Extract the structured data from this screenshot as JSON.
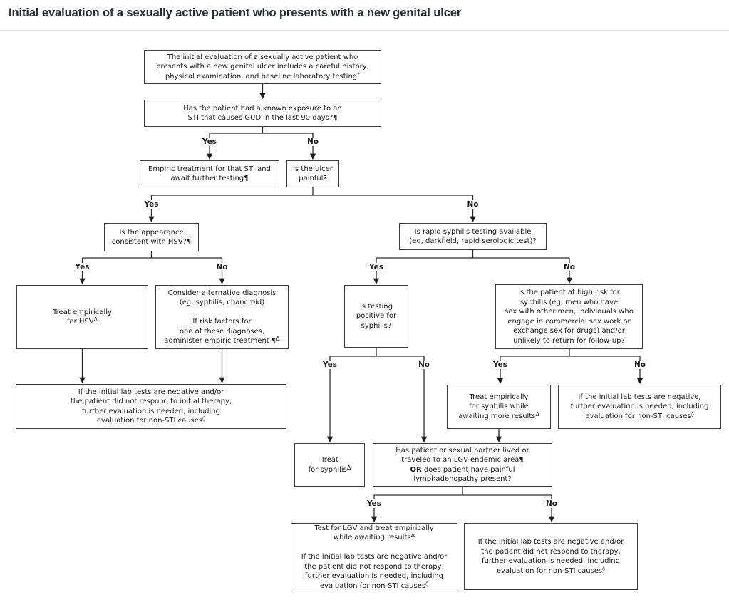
{
  "title": "Initial evaluation of a sexually active patient who presents with a new genital ulcer",
  "labels": {
    "yes": "Yes",
    "no": "No"
  },
  "nodes": {
    "initial": {
      "lines": [
        "The initial evaluation of a sexually active patient who",
        "presents with a new genital ulcer includes a careful history,",
        {
          "t": "physical examination, and baseline laboratory testing",
          "s": "*"
        }
      ]
    },
    "exposure": {
      "lines": [
        "Has the patient had a known exposure to an",
        "STI that causes GUD in the last 90 days?¶"
      ]
    },
    "empiric_sti": {
      "lines": [
        "Empiric treatment for that STI and",
        "await further testing¶"
      ]
    },
    "ulcer_painful": {
      "lines": [
        "Is the ulcer",
        "painful?"
      ]
    },
    "hsv_appearance": {
      "lines": [
        "Is the appearance",
        "consistent with HSV?¶"
      ]
    },
    "treat_hsv": {
      "lines": [
        "Treat empirically",
        {
          "t": "for HSV",
          "s": "Δ"
        }
      ]
    },
    "consider_alt": {
      "lines": [
        "Consider alternative diagnosis",
        "(eg, syphilis, chancroid)",
        "",
        "If risk factors for",
        "one of these diagnoses,",
        {
          "t": "administer empiric treatment ¶",
          "s": "Δ"
        }
      ]
    },
    "further_eval_left": {
      "lines": [
        "If the initial lab tests are negative and/or",
        "the patient did not respond to initial therapy,",
        "further evaluation is needed, including",
        {
          "t": "evaluation for non-STI causes",
          "s": "◊"
        }
      ]
    },
    "rapid_syphilis": {
      "lines": [
        "Is rapid syphilis testing available",
        "(eg, darkfield, rapid serologic test)?"
      ]
    },
    "testing_positive": {
      "lines": [
        "Is testing",
        "positive for",
        "syphilis?"
      ]
    },
    "high_risk": {
      "lines": [
        "Is the patient at high risk for",
        "syphilis (eg, men who have",
        "sex with other men, individuals who",
        "engage in commercial sex work or",
        "exchange sex for drugs) and/or",
        "unlikely to return for follow-up?"
      ]
    },
    "treat_syphilis_await": {
      "lines": [
        "Treat empirically",
        "for syphilis while",
        {
          "t": "awaiting more results",
          "s": "Δ"
        }
      ]
    },
    "further_eval_right": {
      "lines": [
        "If the initial lab tests are negative,",
        "further evaluation is needed, including",
        {
          "t": "evaluation for non-STI causes",
          "s": "◊"
        }
      ]
    },
    "treat_syphilis": {
      "lines": [
        "Treat",
        {
          "t": "for syphilis",
          "s": "Δ"
        }
      ]
    },
    "lgv_exposure": {
      "lines": [
        "Has patient or sexual partner lived or",
        "traveled to an LGV-endemic area¶",
        {
          "b": "OR",
          "t": " does patient have painful"
        },
        "lymphadenopathy present?"
      ]
    },
    "test_lgv": {
      "lines": [
        "Test for LGV and treat empirically",
        {
          "t": "while awaiting results",
          "s": "Δ"
        },
        "",
        "If the initial lab tests are negative and/or",
        "the patient did not respond to therapy,",
        "further evaluation is needed, including",
        {
          "t": "evaluation for non-STI causes",
          "s": "◊"
        }
      ]
    },
    "further_eval_bottom": {
      "lines": [
        "If the initial lab tests are negative and/or",
        "the patient did not respond to therapy,",
        "further evaluation is needed, including",
        {
          "t": "evaluation for non-STI causes",
          "s": "◊"
        }
      ]
    }
  }
}
